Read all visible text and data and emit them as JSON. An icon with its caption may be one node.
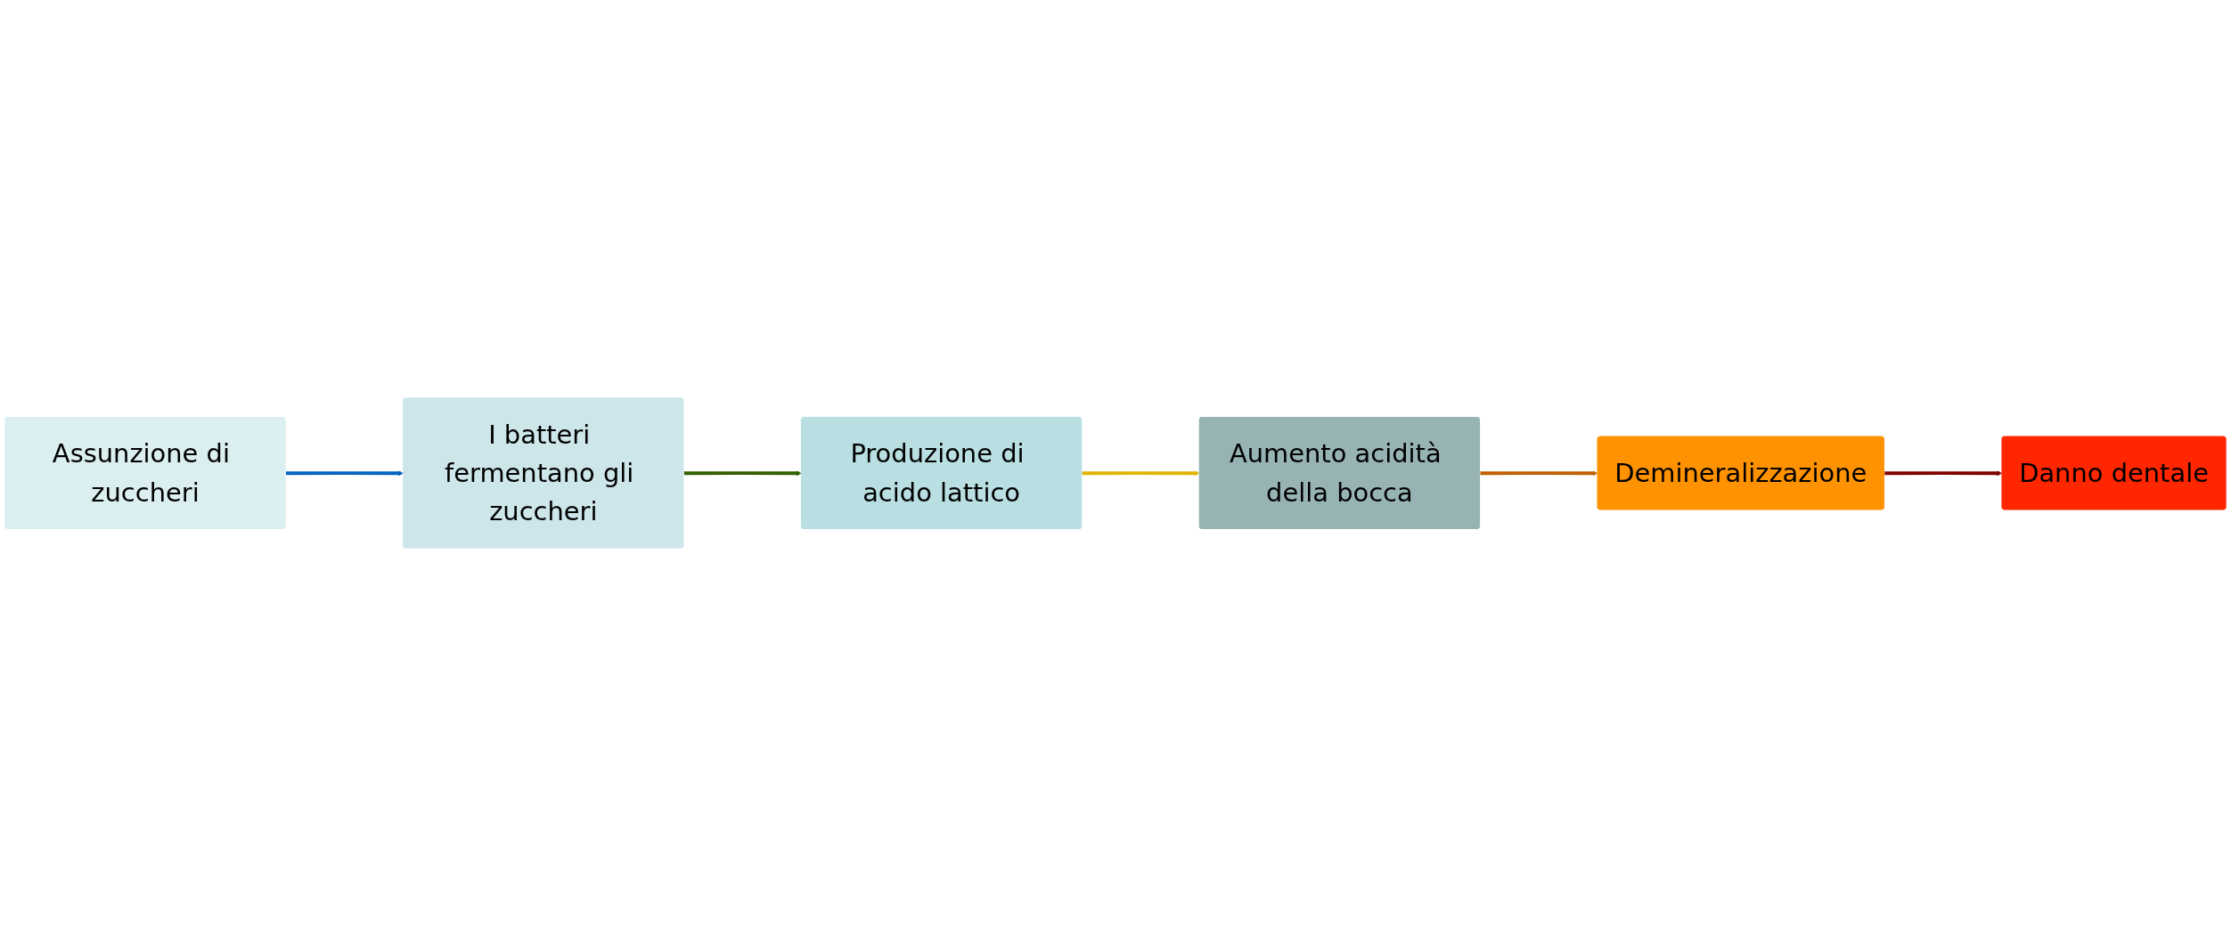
{
  "diagram": {
    "nodes": [
      {
        "text": [
          "Assunzione di zuccheri"
        ]
      },
      {
        "text": [
          "I batteri fermentano gli zuccheri"
        ]
      },
      {
        "text": [
          "Produzione di acido lattico"
        ]
      },
      {
        "text": [
          "Aumento acidità della bocca"
        ]
      },
      {
        "text": [
          "Demineralizzazione"
        ]
      },
      {
        "text": [
          "Danno dentale"
        ]
      }
    ],
    "edges": [
      {
        "from": 0,
        "to": 1,
        "arrow": "to",
        "color": "#0563c1"
      },
      {
        "from": 1,
        "to": 2,
        "arrow": "to",
        "color": "#335f00"
      },
      {
        "from": 2,
        "to": 3,
        "arrow": "to",
        "color": "#e0b400"
      },
      {
        "from": 3,
        "to": 4,
        "arrow": "to",
        "color": "#c06000"
      },
      {
        "from": 4,
        "to": 5,
        "arrow": "to",
        "color": "#800000"
      }
    ]
  }
}
